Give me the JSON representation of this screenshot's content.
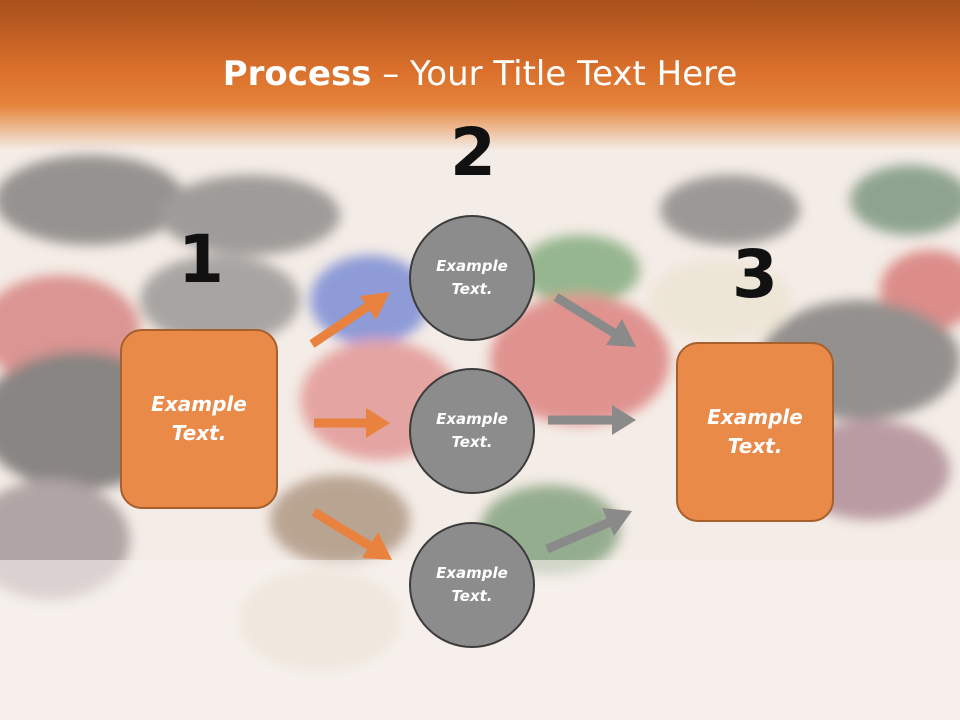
{
  "title": {
    "bold": "Process",
    "rest": " – Your Title Text Here"
  },
  "steps": [
    {
      "number": "1",
      "text_line1": "Example",
      "text_line2": "Text."
    },
    {
      "number": "2"
    },
    {
      "number": "3",
      "text_line1": "Example",
      "text_line2": "Text."
    }
  ],
  "circles": [
    {
      "line1": "Example",
      "line2": "Text."
    },
    {
      "line1": "Example",
      "line2": "Text."
    },
    {
      "line1": "Example",
      "line2": "Text."
    }
  ],
  "colors": {
    "accent": "#e98a48",
    "accent_border": "#a6602e",
    "circle_fill": "#8c8c8c",
    "arrow_orange": "#e8823e",
    "arrow_gray": "#8a8a8a",
    "header": "#d86e2a"
  }
}
